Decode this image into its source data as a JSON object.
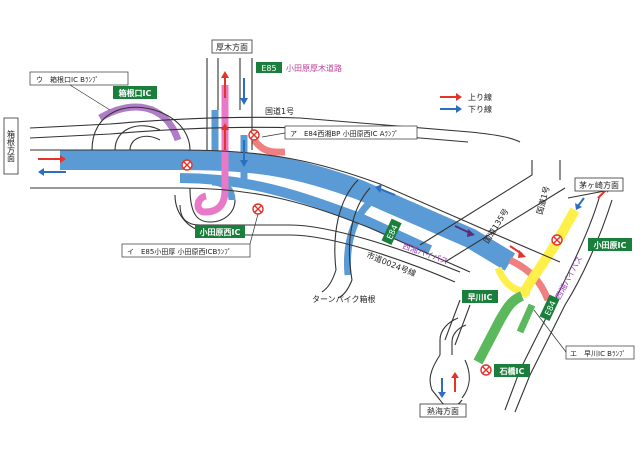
{
  "map": {
    "legend": {
      "up_line": "上り線",
      "down_line": "下り線",
      "up_color": "#e6332a",
      "down_color": "#2a6fc0"
    },
    "directions": {
      "atsugi": "厚木方面",
      "hakone": "箱根方面",
      "chigasaki": "茅ヶ崎方面",
      "atami": "熱海方面"
    },
    "roads": {
      "route1": "国道1号",
      "route135": "国道135号",
      "route1_east": "国道1号",
      "city_road": "市道0024号線",
      "turnpike": "ターンパイク箱根",
      "seisho_bp": "西湘バイパス",
      "seisho_bp_east": "西湘バイパス",
      "odawara_atsugi": "小田原厚木道路"
    },
    "route_shields": {
      "e85": "E85",
      "e84_main": "E84",
      "e84_east": "E84"
    },
    "interchanges": {
      "hakoneguchi": "箱根口IC",
      "odawara_nishi": "小田原西IC",
      "odawara": "小田原IC",
      "hayakawa": "早川IC",
      "ishibashi": "石橋IC"
    },
    "ramp_labels": {
      "u": "ウ　箱根口IC Bﾗﾝﾌﾟ",
      "a": "ア　E84西湘BP 小田原西IC Aﾗﾝﾌﾟ",
      "i": "イ　E85小田厚 小田原西ICBﾗﾝﾌﾟ",
      "e": "エ　早川IC Bﾗﾝﾌﾟ"
    },
    "colors": {
      "seisho_band": "#5b9bd5",
      "odawara_atsugi_band": "#e879c6",
      "hakoneguchi_ramp": "#b07cc6",
      "ramp_a": "#f08080",
      "odawara_ic_band": "#ffef4a",
      "hayakawa_band": "#5cb85c",
      "ic_label_bg": "#1a7f3c",
      "closed_mark": "#e6332a"
    }
  }
}
